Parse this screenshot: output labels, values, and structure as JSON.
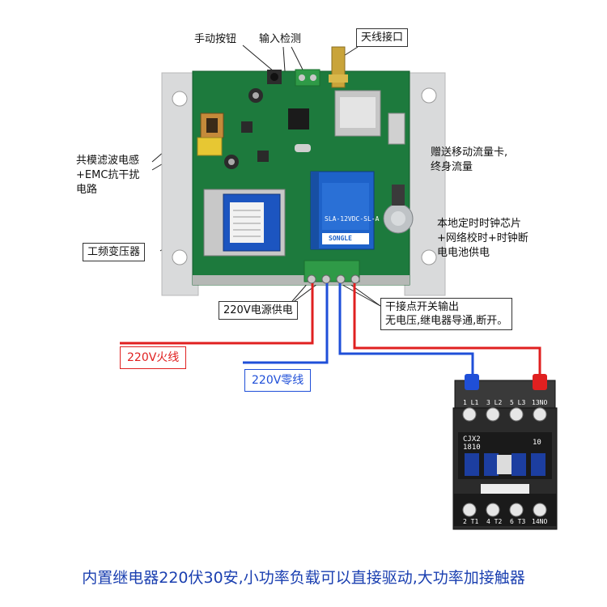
{
  "labels": {
    "manual_button": "手动按钮",
    "input_detect": "输入检测",
    "antenna": "天线接口",
    "emc_line1": "共模滤波电感",
    "emc_line2": "+EMC抗干扰",
    "emc_line3": "电路",
    "transformer": "工频变压器",
    "sim_line1": "赠送移动流量卡,",
    "sim_line2": "终身流量",
    "clock_line1": "本地定时时钟芯片",
    "clock_line2": "+网络校时+时钟断",
    "clock_line3": "电电池供电",
    "power_input": "220V电源供电",
    "dry_line1": "干接点开关输出",
    "dry_line2": "无电压,继电器导通,断开。"
  },
  "wires": {
    "live": "220V火线",
    "neutral": "220V零线"
  },
  "relay": {
    "brand": "SONGLE",
    "model": "SLA-12VDC-SL-A"
  },
  "contactor": {
    "model_line1": "CJX2",
    "model_line2": "1810",
    "rating": "10",
    "top_terminals": [
      "1 L1",
      "3 L2",
      "5 L3",
      "13NO"
    ],
    "bottom_terminals": [
      "2 T1",
      "4 T2",
      "6 T3",
      "14NO"
    ]
  },
  "caption": "内置继电器220伏30安,小功率负载可以直接驱动,大功率加接触器",
  "colors": {
    "board_green": "#1d7a3d",
    "live_wire": "#e02020",
    "neutral_wire": "#1f4fd8",
    "relay_blue": "#1e62c9",
    "caption_blue": "#1a3fb0"
  }
}
